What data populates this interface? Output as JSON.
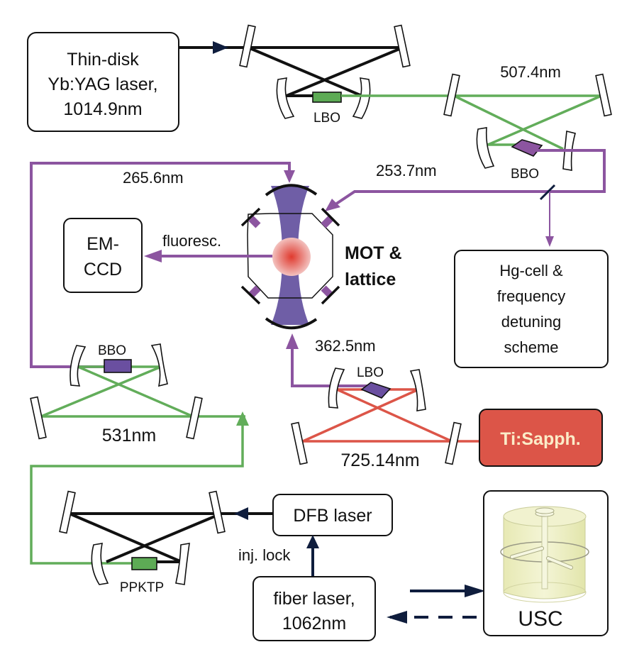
{
  "colors": {
    "infrared": "#111111",
    "green": "#62ad5a",
    "uv_purple": "#8c55a0",
    "beam_violet": "#6f5ea6",
    "red": "#dc5548",
    "navy": "#0f1d3d",
    "ti_sapph_fill": "#dc5548",
    "ti_sapph_text": "#fbecc8",
    "crystal_green": "#5dab55",
    "crystal_purple": "#6a4fa0",
    "usc_fill": "#eef0c4"
  },
  "boxes": {
    "yb_yag": [
      "Thin-disk",
      "Yb:YAG laser,",
      "1014.9nm"
    ],
    "em_ccd": [
      "EM-",
      "CCD"
    ],
    "hg_cell": [
      "Hg-cell &",
      "frequency",
      "detuning",
      "scheme"
    ],
    "ti_sapph": "Ti:Sapph.",
    "dfb": "DFB laser",
    "fiber": [
      "fiber laser,",
      "1062nm"
    ],
    "usc": "USC"
  },
  "labels": {
    "wl_507": "507.4nm",
    "wl_253": "253.7nm",
    "wl_265": "265.6nm",
    "wl_362": "362.5nm",
    "wl_531": "531nm",
    "wl_725": "725.14nm",
    "fluoresc": "fluoresc.",
    "mot": [
      "MOT &",
      "lattice"
    ],
    "inj_lock": "inj. lock"
  },
  "crystals": {
    "lbo_top": "LBO",
    "bbo_right": "BBO",
    "bbo_left": "BBO",
    "lbo_mid": "LBO",
    "ppktp": "PPKTP"
  }
}
